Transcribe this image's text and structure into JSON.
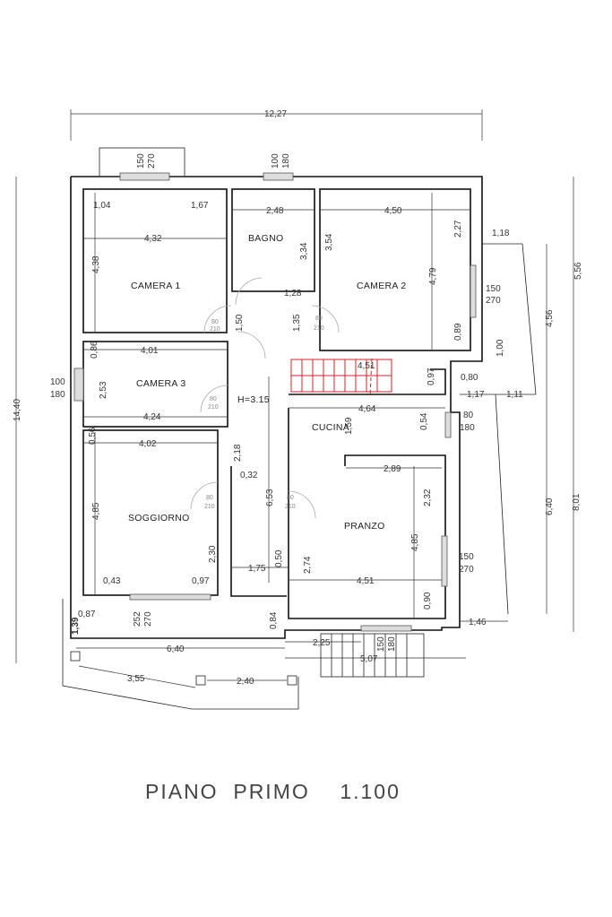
{
  "title": {
    "floor_name": "PIANO  PRIMO",
    "scale": "1.100"
  },
  "ceiling_height": "H=3.15",
  "rooms": [
    {
      "name": "CAMERA  1"
    },
    {
      "name": "BAGNO"
    },
    {
      "name": "CAMERA  2"
    },
    {
      "name": "CAMERA  3"
    },
    {
      "name": "CUCINA"
    },
    {
      "name": "SOGGIORNO"
    },
    {
      "name": "PRANZO"
    }
  ],
  "overall_dimensions": {
    "total_width": "12,27",
    "total_height": "14,40",
    "right_upper": "5,56",
    "right_mid": "4,56",
    "right_lower": "6,40",
    "right_total_lower": "8,01"
  },
  "dimensions": {
    "cam1_left": "1,04",
    "cam1_right": "1,67",
    "cam1_width": "4,32",
    "cam1_height": "4,38",
    "bagno_width": "2,48",
    "bagno_height": "3,34",
    "bagno_door": "1,28",
    "cam2_width": "4,50",
    "cam2_height": "4,79",
    "cam2_left_h": "3,54",
    "cam2_win_top": "2,27",
    "cam2_win_bottom": "0,89",
    "ext_118": "1,18",
    "corr_150": "1,50",
    "corr_135": "1,35",
    "cam3_top": "4,01",
    "cam3_bottom": "4,24",
    "cam3_height": "2,53",
    "cam3_086": "0,86",
    "stair_len": "4,51",
    "stair_097": "0,97",
    "ext_080": "0,80",
    "ext_100": "1,00",
    "ext_117": "1,17",
    "ext_111": "1,11",
    "cucina_width": "4,64",
    "cucina_159": "1,59",
    "cucina_054": "0,54",
    "sogg_056": "0,56",
    "sogg_width": "4,02",
    "sogg_height": "4,85",
    "corr_218": "2,18",
    "corr_032": "0,32",
    "corr_653": "6,53",
    "pranzo_289": "2,89",
    "pranzo_232": "2,32",
    "pranzo_485": "4,85",
    "pranzo_274": "2,74",
    "pranzo_width": "4,51",
    "pranzo_090": "0,90",
    "sogg_043": "0,43",
    "sogg_097": "0,97",
    "sogg_230": "2,30",
    "corr_175": "1,75",
    "corr_050": "0,50",
    "corr_084": "0,84",
    "ext_087": "0,87",
    "ext_139": "1,39",
    "ext_640": "6,40",
    "ext_146": "1,46",
    "terr_355": "3,55",
    "terr_240": "2,40",
    "step_225": "2,25",
    "step_507": "5,07"
  },
  "windows": [
    {
      "w": "150",
      "h": "270"
    },
    {
      "w": "100",
      "h": "180"
    },
    {
      "w": "150",
      "h": "270"
    },
    {
      "w": "100",
      "h": "180"
    },
    {
      "w": "80",
      "h": "180"
    },
    {
      "w": "150",
      "h": "270"
    },
    {
      "w": "252",
      "h": "270"
    },
    {
      "w": "150",
      "h": "180"
    }
  ],
  "doors": {
    "w": "80",
    "h": "210"
  },
  "colors": {
    "walls": "#111111",
    "stairs": "#d42020",
    "doors": "#aaaaaa"
  }
}
